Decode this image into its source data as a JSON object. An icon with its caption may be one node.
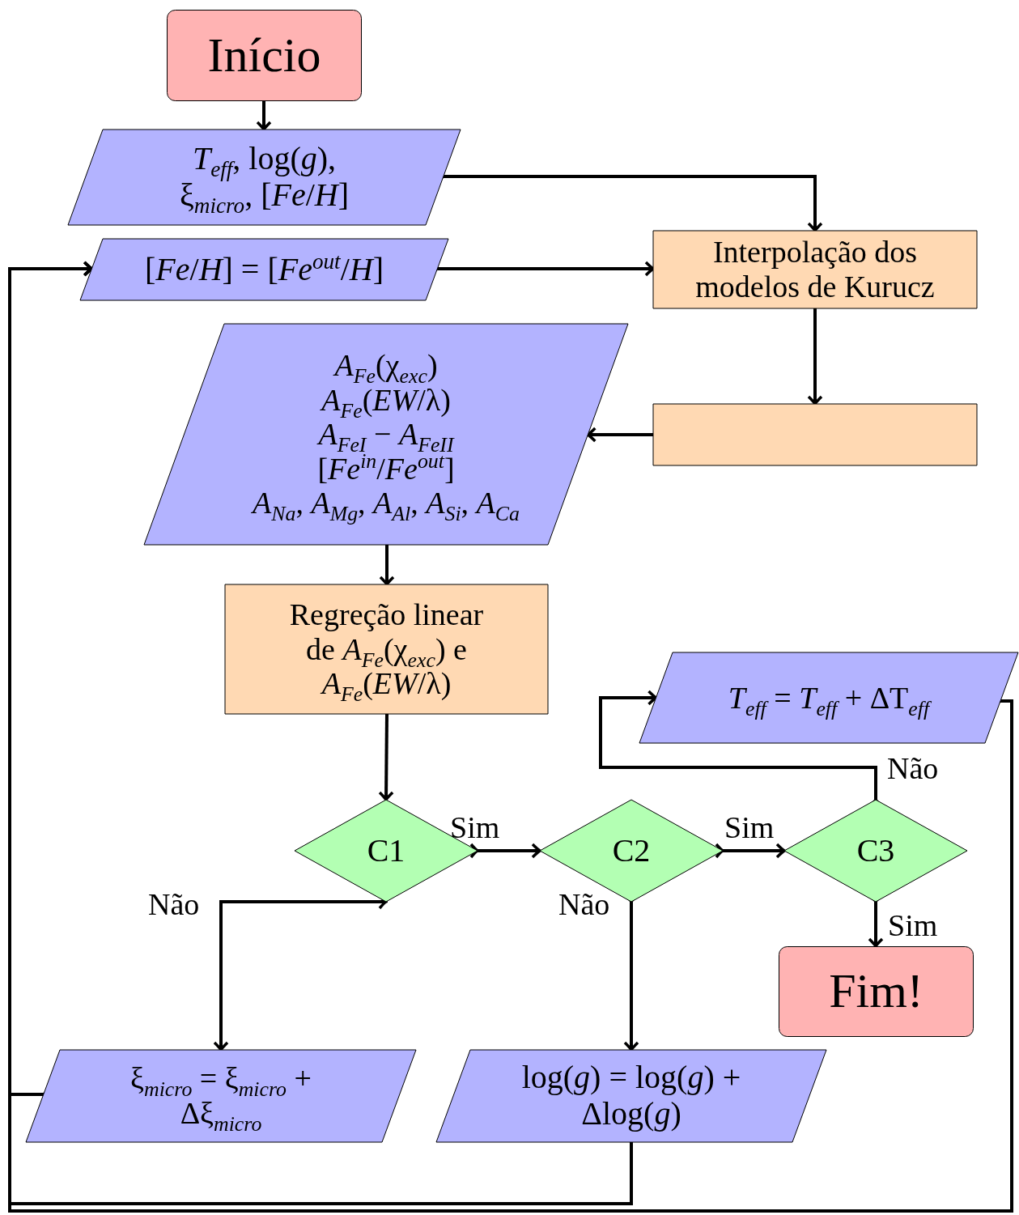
{
  "diagram": {
    "nodes": [
      {
        "text": [
          "Início"
        ]
      },
      {
        "text": [
          "*T*$_{eff}$, log(*g*), ξ$_{micro}$, [*Fe*/*H*]"
        ]
      },
      {
        "text": [
          "[*Fe*/*H*] = [*Fe*$^{out}$/*H*]"
        ]
      },
      {
        "text": [
          "Interpolação dos modelos de Kurucz"
        ]
      },
      {
        "text": [],
        "shape": "box"
      },
      {
        "text": [
          "*A*$_{Fe}$(χ$_{exc}$)",
          "*A*$_{Fe}$(*EW*/λ)",
          "*A*$_{FeI}$ − *A*$_{FeII}$",
          "[*Fe*$^{in}$/*Fe*$^{out}$]",
          "*A*$_{Na}$, *A*$_{Mg}$, *A*$_{Al}$, *A*$_{Si}$, *A*$_{Ca}$"
        ]
      },
      {
        "text": [
          "Regreção linear de *A*$_{Fe}$(χ$_{exc}$) e *A*$_{Fe}$(*EW*/λ)"
        ]
      },
      {
        "text": [
          "C1"
        ]
      },
      {
        "text": [
          "C2"
        ]
      },
      {
        "text": [
          "C3"
        ]
      },
      {
        "text": [
          "*T*$_{eff}$ = *T*$_{eff}$ + ΔT$_{eff}$"
        ]
      },
      {
        "text": [
          "Fim!"
        ]
      },
      {
        "text": [
          "ξ$_{micro}$ = ξ$_{micro}$ + Δξ$_{micro}$"
        ]
      },
      {
        "text": [
          "log(*g*) = log(*g*) + Δlog(*g*)"
        ]
      }
    ],
    "edges": [
      {
        "from": 0,
        "to": 1,
        "arrow": "to"
      },
      {
        "from": 1,
        "to": 3,
        "arrow": "to"
      },
      {
        "from": 2,
        "to": 3,
        "arrow": "to"
      },
      {
        "from": 3,
        "to": 4,
        "arrow": "to"
      },
      {
        "from": 4,
        "to": 5,
        "arrow": "to"
      },
      {
        "from": 5,
        "to": 6,
        "arrow": "to"
      },
      {
        "from": 6,
        "to": 7,
        "arrow": "to"
      },
      {
        "from": 7,
        "to": 8,
        "arrow": "to",
        "label": "Sim"
      },
      {
        "from": 8,
        "to": 9,
        "arrow": "to",
        "label": "Sim"
      },
      {
        "from": 9,
        "to": 10,
        "arrow": "to",
        "label": "Não"
      },
      {
        "from": 9,
        "to": 11,
        "arrow": "to",
        "label": "Sim"
      },
      {
        "from": 7,
        "to": 12,
        "arrow": "to",
        "label": "Não"
      },
      {
        "from": 8,
        "to": 13,
        "arrow": "to",
        "label": "Não"
      },
      {
        "from": 13,
        "to": 2,
        "arrow": "to"
      },
      {
        "from": 12,
        "to": 2,
        "arrow": "to"
      },
      {
        "from": 10,
        "to": 2,
        "arrow": "to"
      }
    ]
  }
}
